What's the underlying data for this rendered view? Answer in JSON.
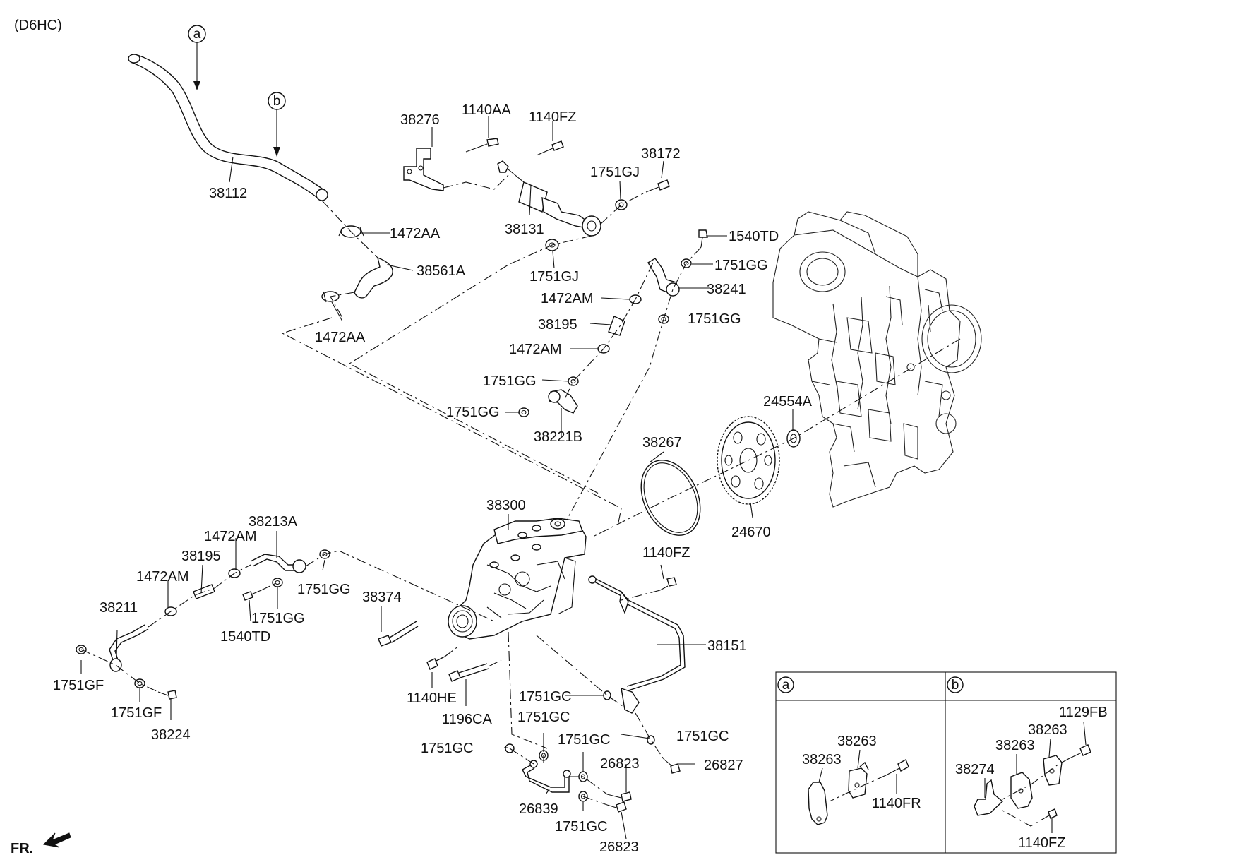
{
  "engine_code": "(D6HC)",
  "callouts": {
    "a": "a",
    "b": "b"
  },
  "orientation": "FR.",
  "parts": {
    "p38112": "38112",
    "p38276": "38276",
    "p1140AA": "1140AA",
    "p1140FZ_top": "1140FZ",
    "p38172": "38172",
    "p1751GJ_top": "1751GJ",
    "p1472AA_top": "1472AA",
    "p38131": "38131",
    "p38561A": "38561A",
    "p1751GJ_mid": "1751GJ",
    "p1472AA_bot": "1472AA",
    "p1540TD_top": "1540TD",
    "p1751GG_a": "1751GG",
    "p38241": "38241",
    "p1472AM_a": "1472AM",
    "p1751GG_b": "1751GG",
    "p38195_a": "38195",
    "p1472AM_b": "1472AM",
    "p1751GG_c": "1751GG",
    "p1751GG_d": "1751GG",
    "p38221B": "38221B",
    "p24554A": "24554A",
    "p38267": "38267",
    "p24670": "24670",
    "p38300": "38300",
    "p38213A": "38213A",
    "p1472AM_c": "1472AM",
    "p38195_b": "38195",
    "p1472AM_d": "1472AM",
    "p1751GG_e": "1751GG",
    "p38374": "38374",
    "p1751GG_f": "1751GG",
    "p1540TD_bot": "1540TD",
    "p38211": "38211",
    "p1751GF_a": "1751GF",
    "p1751GF_b": "1751GF",
    "p38224": "38224",
    "p1140FZ_mid": "1140FZ",
    "p38151": "38151",
    "p1140HE": "1140HE",
    "p1196CA": "1196CA",
    "p1751GC_a": "1751GC",
    "p1751GC_b": "1751GC",
    "p1751GC_c": "1751GC",
    "p1751GC_d": "1751GC",
    "p1751GC_e": "1751GC",
    "p1751GC_f": "1751GC",
    "p26823_a": "26823",
    "p26827": "26827",
    "p26839": "26839",
    "p26823_b": "26823"
  },
  "inset_a": {
    "label": "a",
    "p38263_a": "38263",
    "p38263_b": "38263",
    "p1140FR": "1140FR"
  },
  "inset_b": {
    "label": "b",
    "p1129FB": "1129FB",
    "p38263_a": "38263",
    "p38263_b": "38263",
    "p38274": "38274",
    "p1140FZ": "1140FZ"
  }
}
